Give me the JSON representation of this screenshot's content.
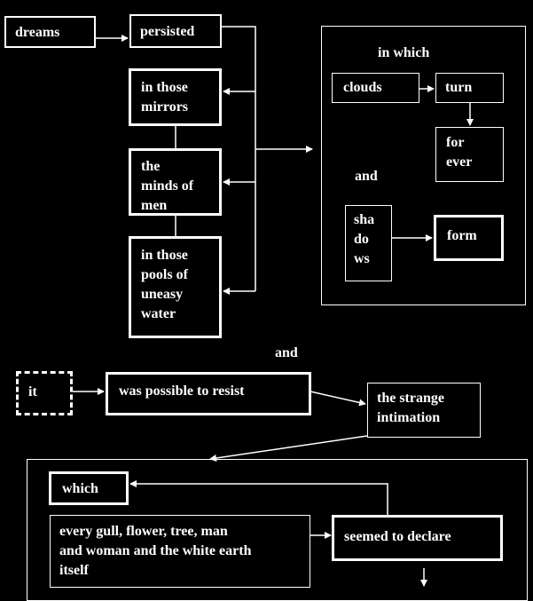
{
  "nodes": {
    "dreams": "dreams",
    "persisted": "persisted",
    "mirrors": [
      "in those",
      "mirrors"
    ],
    "minds": [
      "the",
      "minds of",
      "men"
    ],
    "pools": [
      "in those",
      "pools of",
      "uneasy",
      "water"
    ],
    "in_which": "in which",
    "clouds": "clouds",
    "turn": "turn",
    "forever": [
      "for",
      "ever"
    ],
    "and_inner": "and",
    "shadows": [
      "sha",
      "do",
      "ws"
    ],
    "form": "form",
    "and_mid": "and",
    "it": "it",
    "resist": "was possible to resist",
    "intimation": [
      "the strange",
      "intimation"
    ],
    "which": "which",
    "every": [
      "every gull, flower, tree, man",
      "and woman and the white earth",
      "itself"
    ],
    "declare": "seemed to declare"
  },
  "colors": {
    "background": "#000000",
    "foreground": "#ffffff"
  }
}
